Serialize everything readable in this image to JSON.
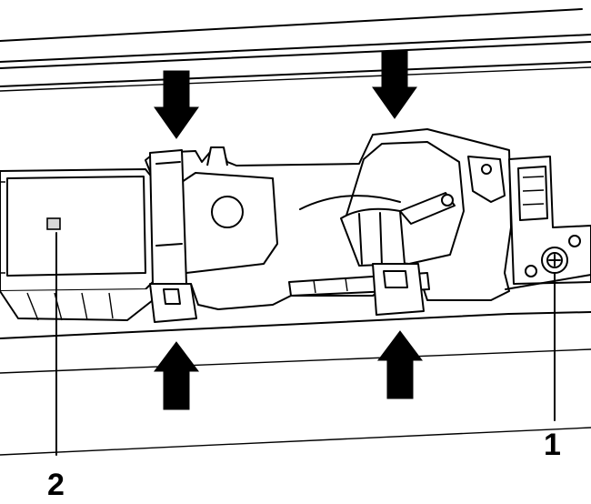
{
  "callouts": [
    {
      "id": "1",
      "label": "1"
    },
    {
      "id": "2",
      "label": "2"
    }
  ],
  "arrows": [
    {
      "name": "arrow-down-left",
      "direction": "down"
    },
    {
      "name": "arrow-down-right",
      "direction": "down"
    },
    {
      "name": "arrow-up-left",
      "direction": "up"
    },
    {
      "name": "arrow-up-right",
      "direction": "up"
    }
  ],
  "colors": {
    "ink": "#000000",
    "paper": "#ffffff"
  }
}
